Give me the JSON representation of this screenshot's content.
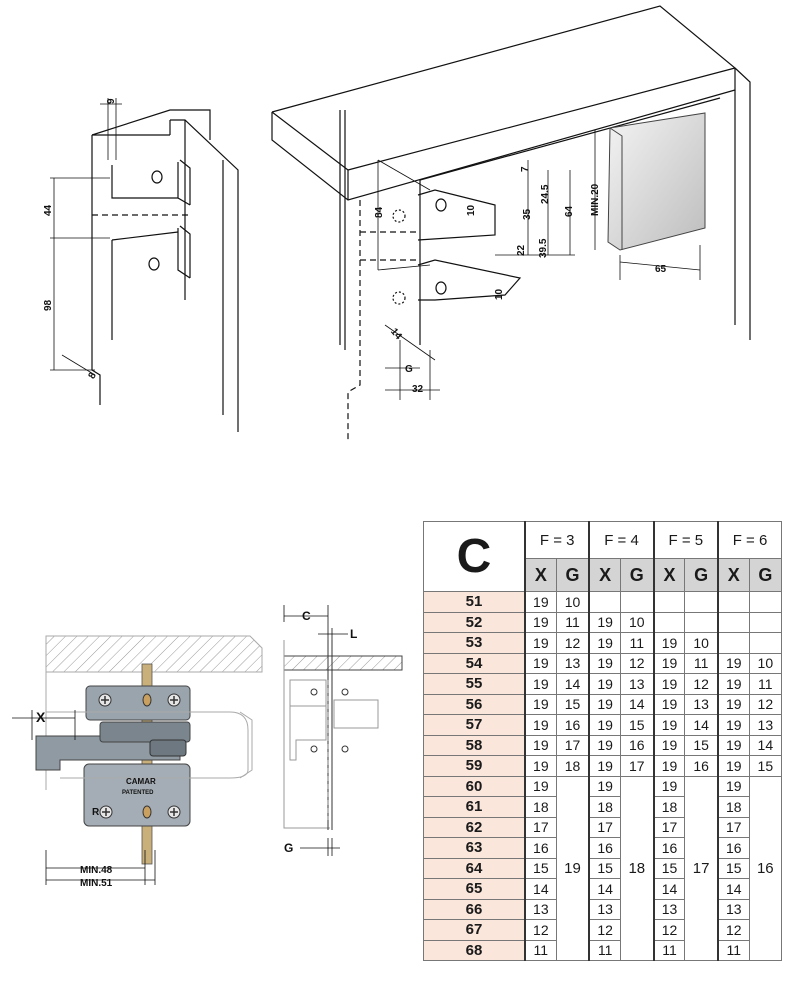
{
  "top_left_dims": {
    "d9": "9",
    "d44": "44",
    "d98": "98",
    "d8": "8"
  },
  "top_right_dims": {
    "d7": "7",
    "d10a": "10",
    "d35": "35",
    "d24_5": "24.5",
    "d64": "64",
    "d84": "84",
    "d22": "22",
    "d39_5": "39.5",
    "d10b": "10",
    "min20": "MIN.20",
    "d65": "65",
    "d14": "14",
    "g": "G",
    "d32": "32"
  },
  "bottom_left": {
    "x_label": "X",
    "min48": "MIN.48",
    "min51": "MIN.51",
    "brand": "CAMAR",
    "patented": "PATENTED",
    "r": "R"
  },
  "bottom_mid": {
    "c": "C",
    "l": "L",
    "g": "G"
  },
  "table": {
    "title": "C",
    "groups": [
      "F = 3",
      "F = 4",
      "F = 5",
      "F = 6"
    ],
    "col_x": "X",
    "col_g": "G",
    "rows": [
      {
        "c": "51",
        "v": [
          "19",
          "10",
          "",
          "",
          "",
          "",
          "",
          ""
        ]
      },
      {
        "c": "52",
        "v": [
          "19",
          "11",
          "19",
          "10",
          "",
          "",
          "",
          ""
        ]
      },
      {
        "c": "53",
        "v": [
          "19",
          "12",
          "19",
          "11",
          "19",
          "10",
          "",
          ""
        ]
      },
      {
        "c": "54",
        "v": [
          "19",
          "13",
          "19",
          "12",
          "19",
          "11",
          "19",
          "10"
        ]
      },
      {
        "c": "55",
        "v": [
          "19",
          "14",
          "19",
          "13",
          "19",
          "12",
          "19",
          "11"
        ]
      },
      {
        "c": "56",
        "v": [
          "19",
          "15",
          "19",
          "14",
          "19",
          "13",
          "19",
          "12"
        ]
      },
      {
        "c": "57",
        "v": [
          "19",
          "16",
          "19",
          "15",
          "19",
          "14",
          "19",
          "13"
        ]
      },
      {
        "c": "58",
        "v": [
          "19",
          "17",
          "19",
          "16",
          "19",
          "15",
          "19",
          "14"
        ]
      },
      {
        "c": "59",
        "v": [
          "19",
          "18",
          "19",
          "17",
          "19",
          "16",
          "19",
          "15"
        ]
      }
    ],
    "lower_rows": [
      {
        "c": "60",
        "x": "19"
      },
      {
        "c": "61",
        "x": "18"
      },
      {
        "c": "62",
        "x": "17"
      },
      {
        "c": "63",
        "x": "16"
      },
      {
        "c": "64",
        "x": "15"
      },
      {
        "c": "65",
        "x": "14"
      },
      {
        "c": "66",
        "x": "13"
      },
      {
        "c": "67",
        "x": "12"
      },
      {
        "c": "68",
        "x": "11"
      }
    ],
    "lower_g": [
      "19",
      "18",
      "17",
      "16"
    ]
  }
}
